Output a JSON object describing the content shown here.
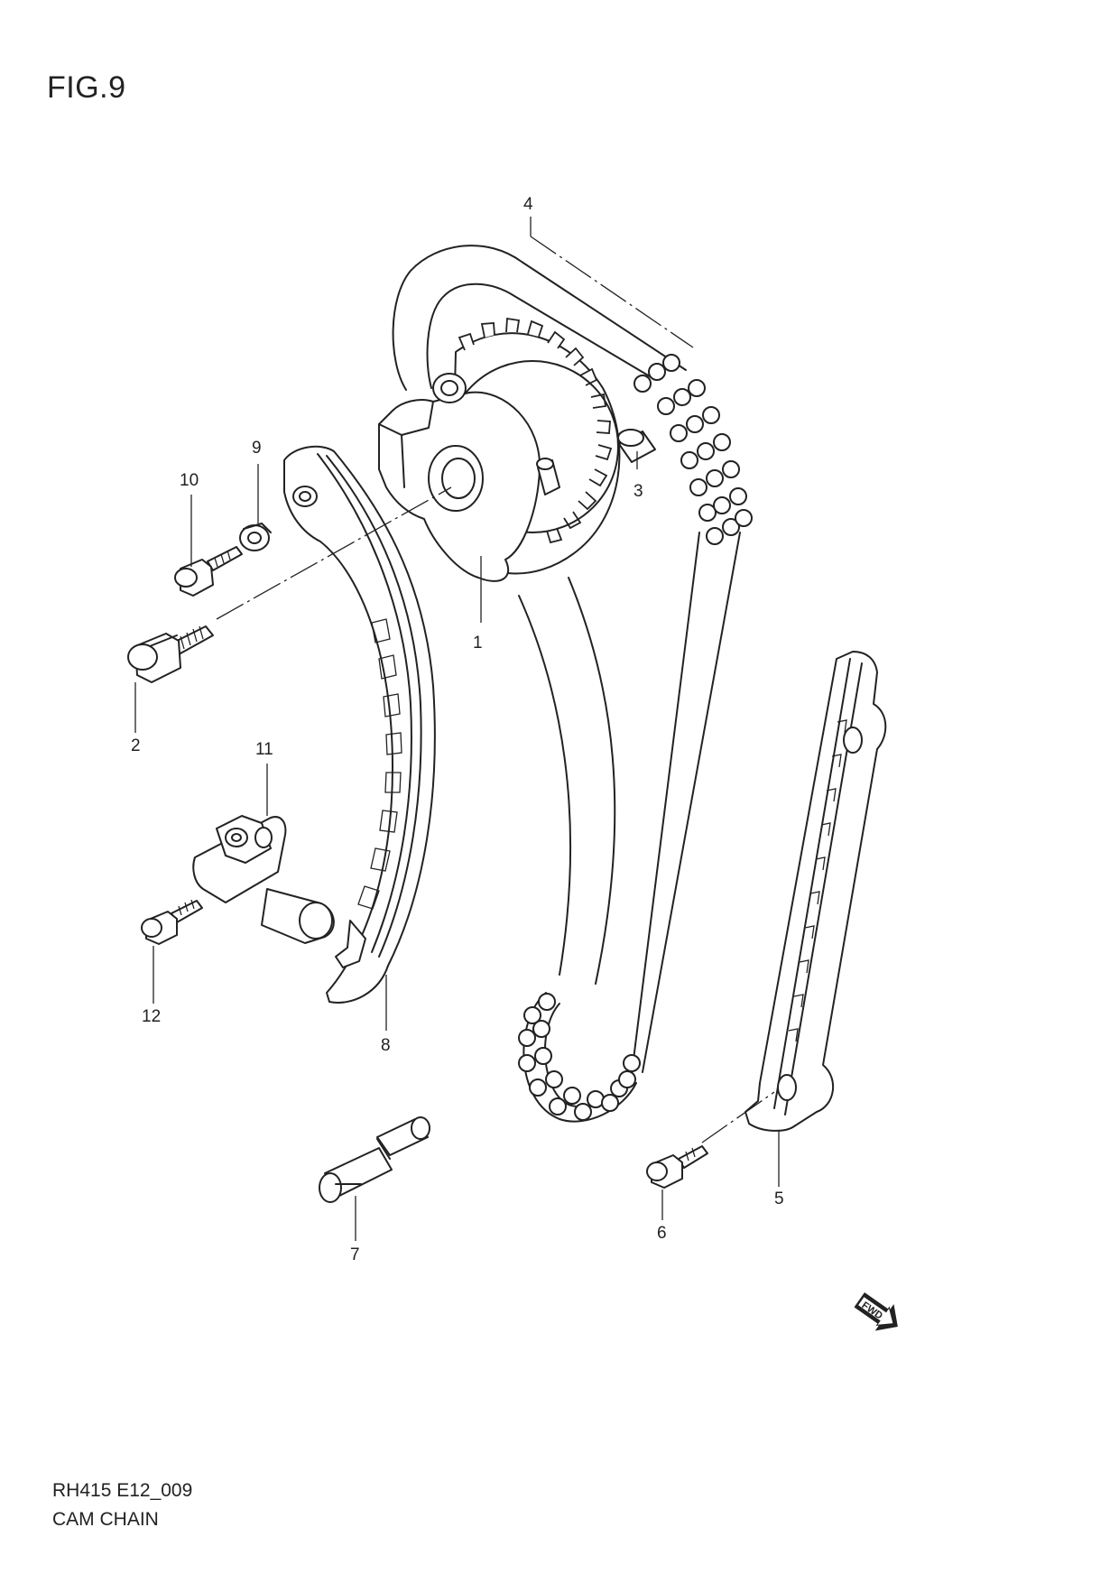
{
  "figure": {
    "title": "FIG.9"
  },
  "callouts": [
    "1",
    "2",
    "3",
    "4",
    "5",
    "6",
    "7",
    "8",
    "9",
    "10",
    "11",
    "12"
  ],
  "fwd_label": "FWD",
  "footer": {
    "code": "RH415 E12_009",
    "name": "CAM CHAIN"
  }
}
